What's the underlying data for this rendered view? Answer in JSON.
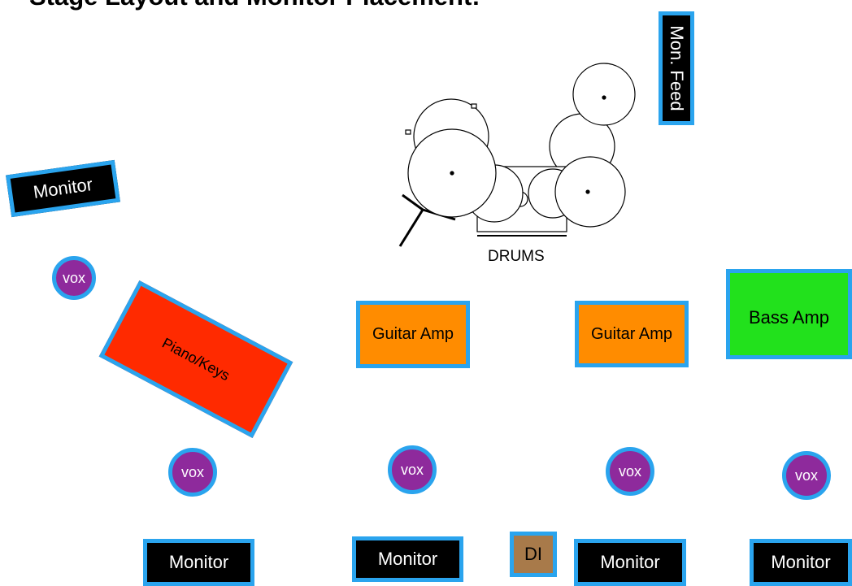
{
  "title": "Stage Layout and Monitor Placement:",
  "drums": {
    "label": "DRUMS"
  },
  "monitor_feed": {
    "label": "Mon. Feed"
  },
  "monitors": [
    {
      "label": "Monitor"
    },
    {
      "label": "Monitor"
    },
    {
      "label": "Monitor"
    },
    {
      "label": "Monitor"
    },
    {
      "label": "Monitor"
    }
  ],
  "vox": [
    {
      "label": "vox"
    },
    {
      "label": "vox"
    },
    {
      "label": "vox"
    },
    {
      "label": "vox"
    },
    {
      "label": "vox"
    }
  ],
  "amps": [
    {
      "label": "Guitar Amp"
    },
    {
      "label": "Guitar Amp"
    },
    {
      "label": "Bass Amp"
    }
  ],
  "keys": {
    "label": "Piano/Keys"
  },
  "di": {
    "label": "DI"
  },
  "colors": {
    "outline": "#2aa4ee",
    "monitor": "#000000",
    "vox": "#8e2a9c",
    "guitar_amp": "#ff8c00",
    "bass_amp": "#22e11c",
    "keys": "#ff2a00",
    "di": "#a87a4a"
  }
}
